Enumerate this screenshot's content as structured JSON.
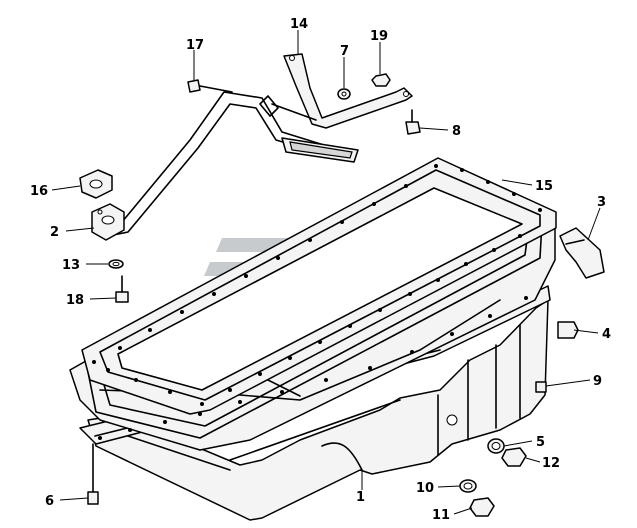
{
  "diagram": {
    "parts": [
      {
        "id": "1",
        "label": "1"
      },
      {
        "id": "2",
        "label": "2"
      },
      {
        "id": "3",
        "label": "3"
      },
      {
        "id": "4",
        "label": "4"
      },
      {
        "id": "5",
        "label": "5"
      },
      {
        "id": "6",
        "label": "6"
      },
      {
        "id": "7",
        "label": "7"
      },
      {
        "id": "8",
        "label": "8"
      },
      {
        "id": "9",
        "label": "9"
      },
      {
        "id": "10",
        "label": "10"
      },
      {
        "id": "11",
        "label": "11"
      },
      {
        "id": "12",
        "label": "12"
      },
      {
        "id": "13",
        "label": "13"
      },
      {
        "id": "14",
        "label": "14"
      },
      {
        "id": "15",
        "label": "15"
      },
      {
        "id": "16",
        "label": "16"
      },
      {
        "id": "17",
        "label": "17"
      },
      {
        "id": "18",
        "label": "18"
      },
      {
        "id": "19",
        "label": "19"
      }
    ],
    "colors": {
      "line": "#000000",
      "watermark": "#9aa0a6",
      "fill": "#f4f4f4"
    }
  }
}
